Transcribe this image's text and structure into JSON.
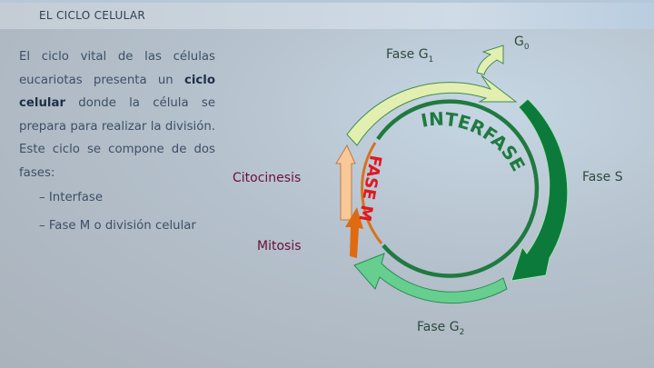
{
  "header": {
    "title": "EL CICLO CELULAR"
  },
  "text": {
    "p1": "El ciclo vital de las células eucariotas presenta un ",
    "bold": "ciclo celular",
    "p2": " donde la célula se prepara para realizar la división. Este ciclo se compone de dos fases:",
    "items": [
      "– Interfase",
      "– Fase M o división celular"
    ]
  },
  "diagram": {
    "g1": "Fase G",
    "g1_sub": "1",
    "g0": "G",
    "g0_sub": "0",
    "s": "Fase S",
    "g2": "Fase G",
    "g2_sub": "2",
    "citocinesis": "Citocinesis",
    "mitosis": "Mitosis",
    "interfase": "INTERFASE",
    "fase_m": "FASE M",
    "colors": {
      "interfase": "#1f7a3f",
      "fase_m": "#e0171f",
      "g1": "#e3efb0",
      "s": "#0c7a3a",
      "g2": "#66cf90",
      "mitosis": "#e06a10",
      "citocinesis": "#f8c898"
    }
  }
}
